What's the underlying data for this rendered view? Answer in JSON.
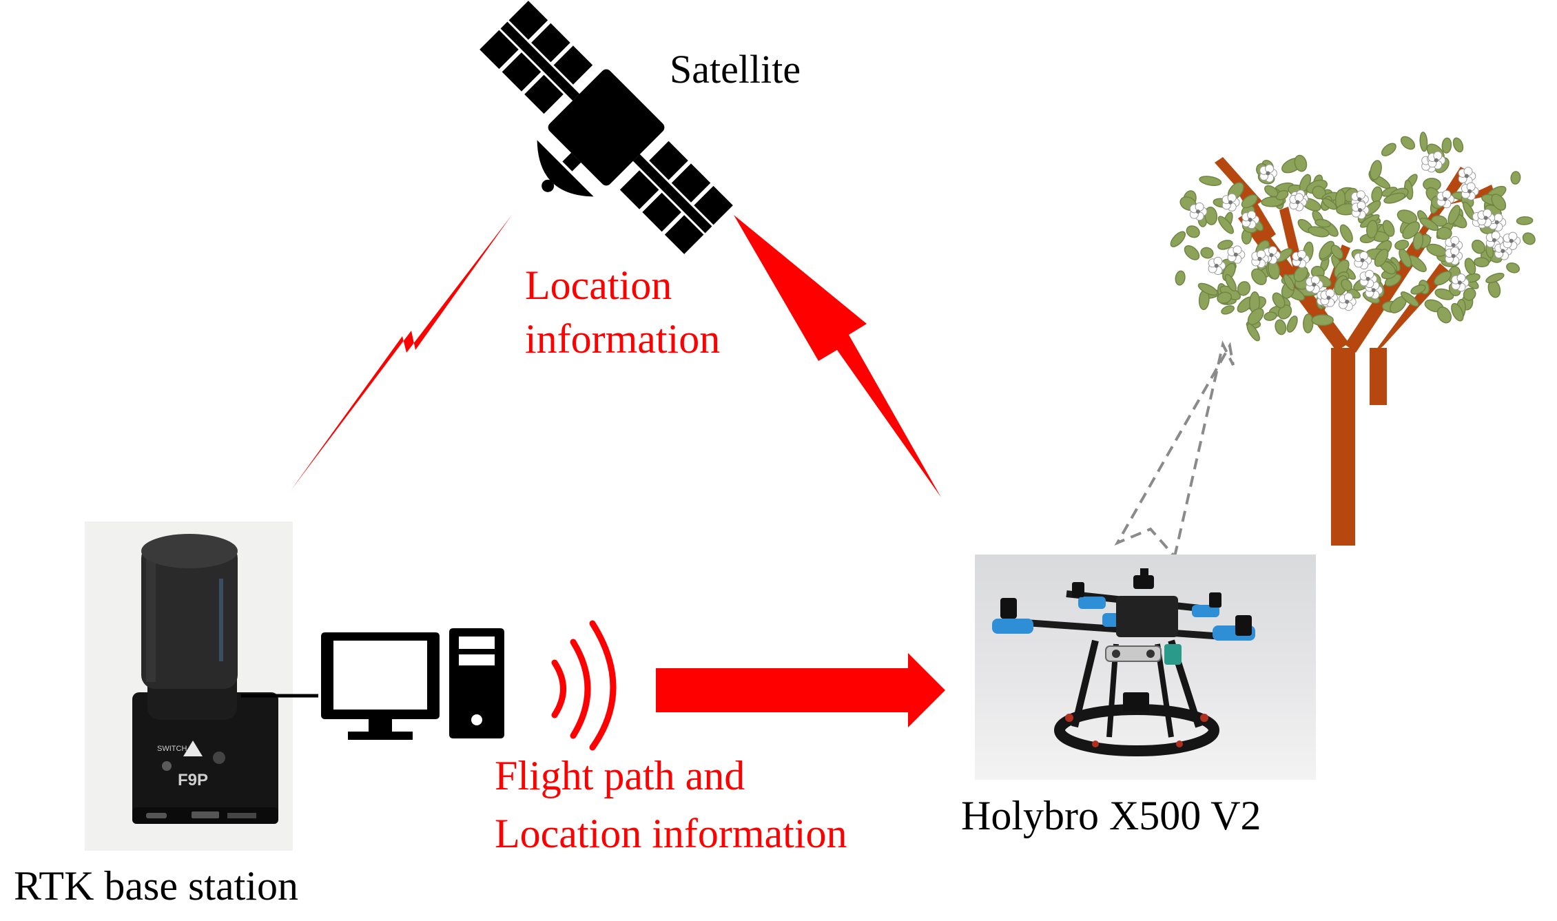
{
  "labels": {
    "satellite": "Satellite",
    "location_line1": "Location",
    "location_line2": "information",
    "flight_line1": "Flight path and",
    "flight_line2": "Location information",
    "drone": "Holybro X500 V2",
    "base": "RTK base station"
  },
  "device_marks": {
    "switch": "SWITCH",
    "model": "F9P"
  },
  "colors": {
    "signal": "#ff0000",
    "text": "#000000",
    "icon": "#000000",
    "trunk": "#b5470f",
    "leaf": "#8ea35a",
    "blossom": "#ffffff",
    "drone_accent": "#2f8fd6",
    "dashed_arrow": "#8a8a8a"
  },
  "icons": [
    "satellite-icon",
    "computer-icon",
    "wireless-signal-icon",
    "tree-illustration",
    "drone-photo",
    "rtk-base-photo"
  ]
}
